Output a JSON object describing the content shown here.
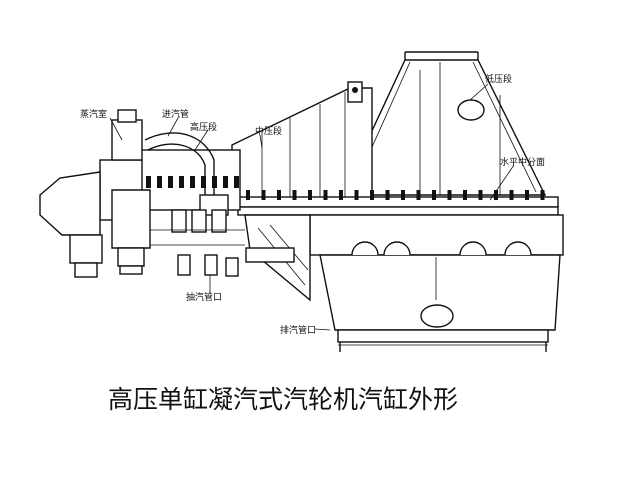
{
  "title": "高压单缸凝汽式汽轮机汽缸外形",
  "labels": {
    "steam_chest": "蒸汽室",
    "inlet_pipe": "进汽管",
    "hp_section": "高压段",
    "ip_section": "中压段",
    "lp_section": "低压段",
    "horizontal_split": "水平中分面",
    "extraction_outlet": "抽汽管口",
    "exhaust_outlet": "排汽管口"
  }
}
